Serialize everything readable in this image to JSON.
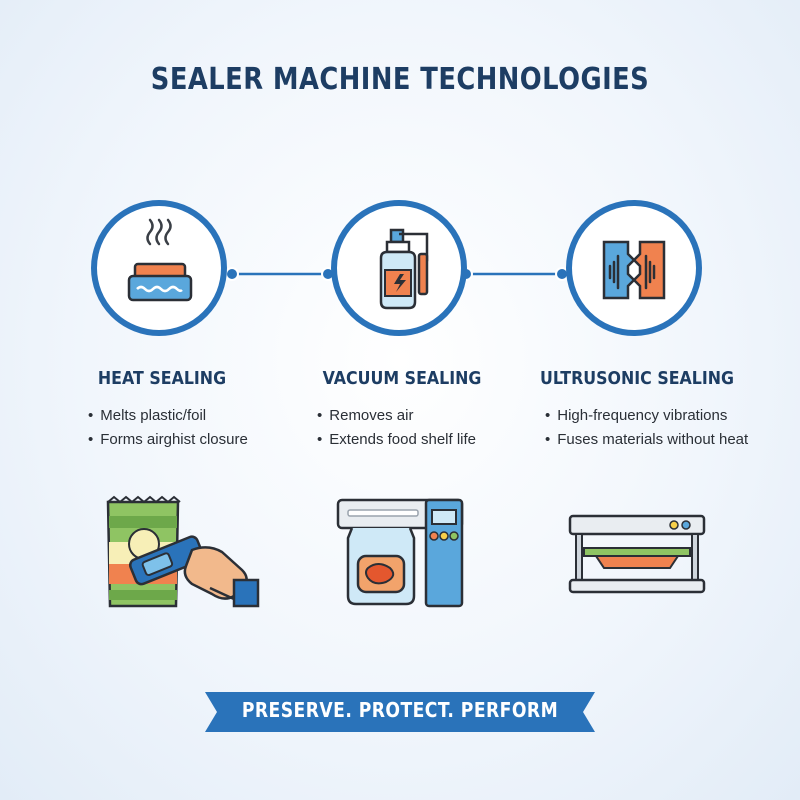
{
  "title": "SEALER MACHINE TECHNOLOGIES",
  "colors": {
    "navy": "#1d3d63",
    "ring_blue": "#2a73ba",
    "accent_orange": "#f0824f",
    "accent_green": "#8fc463",
    "light_blue": "#5aa7dc"
  },
  "technologies": [
    {
      "heading": "HEAT SEALING",
      "icon": "heat-sealer-icon",
      "bullets": [
        "Melts plastic/foil",
        "Forms airghist closure"
      ],
      "illustration": "hand-sealing-bag-icon"
    },
    {
      "heading": "VACUUM SEALING",
      "icon": "vacuum-bottle-icon",
      "bullets": [
        "Removes air",
        "Extends food shelf life"
      ],
      "illustration": "vacuum-sealer-machine-icon"
    },
    {
      "heading": "ULTRUSONIC SEALING",
      "icon": "ultrasonic-plates-icon",
      "bullets": [
        "High-frequency vibrations",
        "Fuses materials without heat"
      ],
      "illustration": "ultrasonic-press-icon"
    }
  ],
  "tagline": "PRESERVE. PROTECT. PERFORM"
}
